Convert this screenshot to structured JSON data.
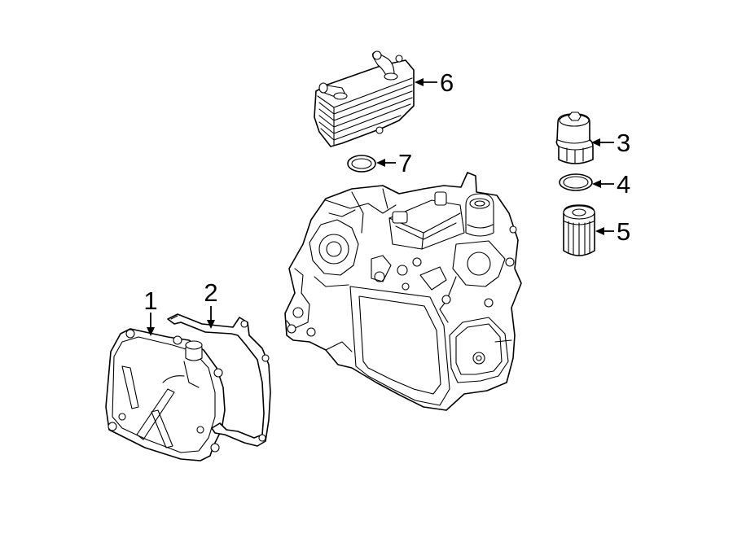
{
  "callouts": {
    "c1": "1",
    "c2": "2",
    "c3": "3",
    "c4": "4",
    "c5": "5",
    "c6": "6",
    "c7": "7"
  },
  "parts": [
    {
      "callout": "1",
      "shape": "transmission-oil-pan"
    },
    {
      "callout": "2",
      "shape": "oil-pan-gasket"
    },
    {
      "callout": "3",
      "shape": "filter-housing-cap"
    },
    {
      "callout": "4",
      "shape": "o-ring-seal"
    },
    {
      "callout": "5",
      "shape": "oil-filter-element"
    },
    {
      "callout": "6",
      "shape": "transmission-oil-cooler"
    },
    {
      "callout": "7",
      "shape": "cooler-seal-ring"
    }
  ],
  "colors": {
    "line": "#000000",
    "background": "#ffffff"
  }
}
